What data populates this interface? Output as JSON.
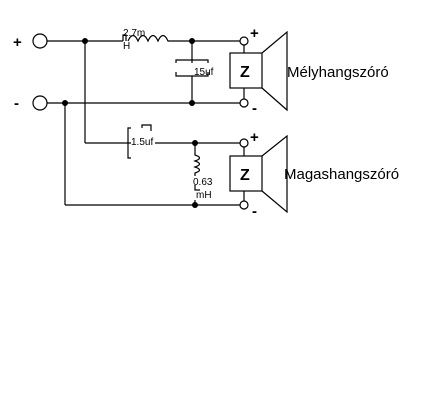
{
  "input": {
    "plus": "+",
    "minus": "-"
  },
  "components": {
    "woofer_inductor": {
      "value": "2.7m",
      "unit": "H"
    },
    "woofer_capacitor": {
      "value": "15uf"
    },
    "tweeter_capacitor": {
      "value": "1.5uf"
    },
    "tweeter_inductor": {
      "value": "0.63",
      "unit": "mH"
    }
  },
  "speakers": {
    "woofer": {
      "label": "Mélyhangszóró",
      "impedance": "Z",
      "plus": "+",
      "minus": "-"
    },
    "tweeter": {
      "label": "Magashangszóró",
      "impedance": "Z",
      "plus": "+",
      "minus": "-"
    }
  }
}
